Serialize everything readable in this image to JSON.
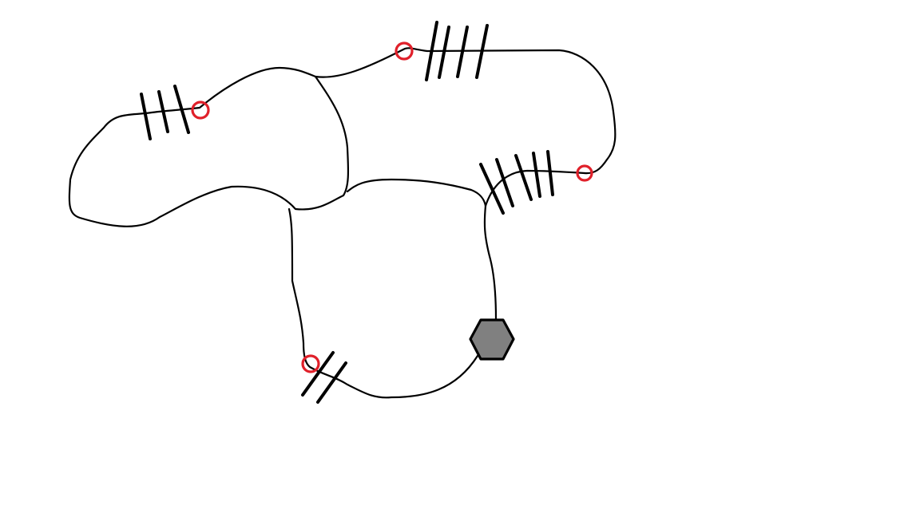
{
  "colors": {
    "background": "#ffffff",
    "line": "#000000",
    "node_ring": "#e0202a",
    "hub_fill": "#808080",
    "hub_stroke": "#000000"
  },
  "nodes": [
    {
      "id": "node-a",
      "icon": "red-circle-icon",
      "ticks": 3
    },
    {
      "id": "node-b",
      "icon": "red-circle-icon",
      "ticks": 4
    },
    {
      "id": "node-c",
      "icon": "red-circle-icon",
      "ticks": 5
    },
    {
      "id": "node-d",
      "icon": "red-circle-icon",
      "ticks": 2
    }
  ],
  "hub": {
    "icon": "gray-hexagon-icon"
  }
}
